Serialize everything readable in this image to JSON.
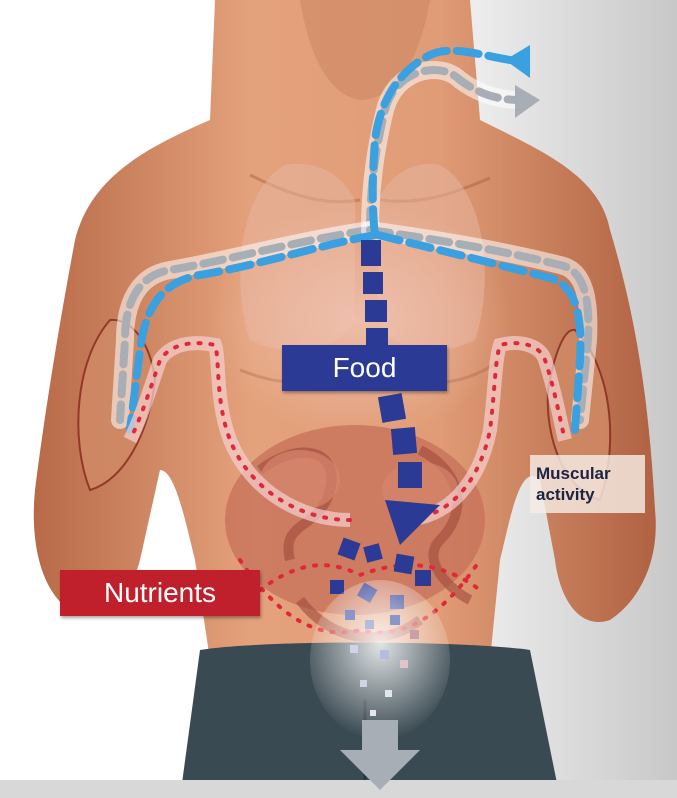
{
  "labels": {
    "food": "Food",
    "nutrients": "Nutrients",
    "muscular_line1": "Muscular",
    "muscular_line2": "activity"
  },
  "colors": {
    "food_box": "#2b3a94",
    "nutrients_box": "#c01f2c",
    "muscular_text": "#1d2340",
    "air_in": "#3aa0e0",
    "air_out": "#a8aeb6",
    "nutrient_dots": "#e0283a",
    "food_squares": "#2b3a94",
    "skin": "#d9906a",
    "pants": "#3a4a52"
  },
  "icons": {
    "air_in_arrow": "blue-inhale-arrow-icon",
    "air_out_arrow": "gray-exhale-arrow-icon",
    "food_arrow": "blue-food-arrow-icon",
    "waste_arrow": "gray-waste-arrow-icon"
  }
}
